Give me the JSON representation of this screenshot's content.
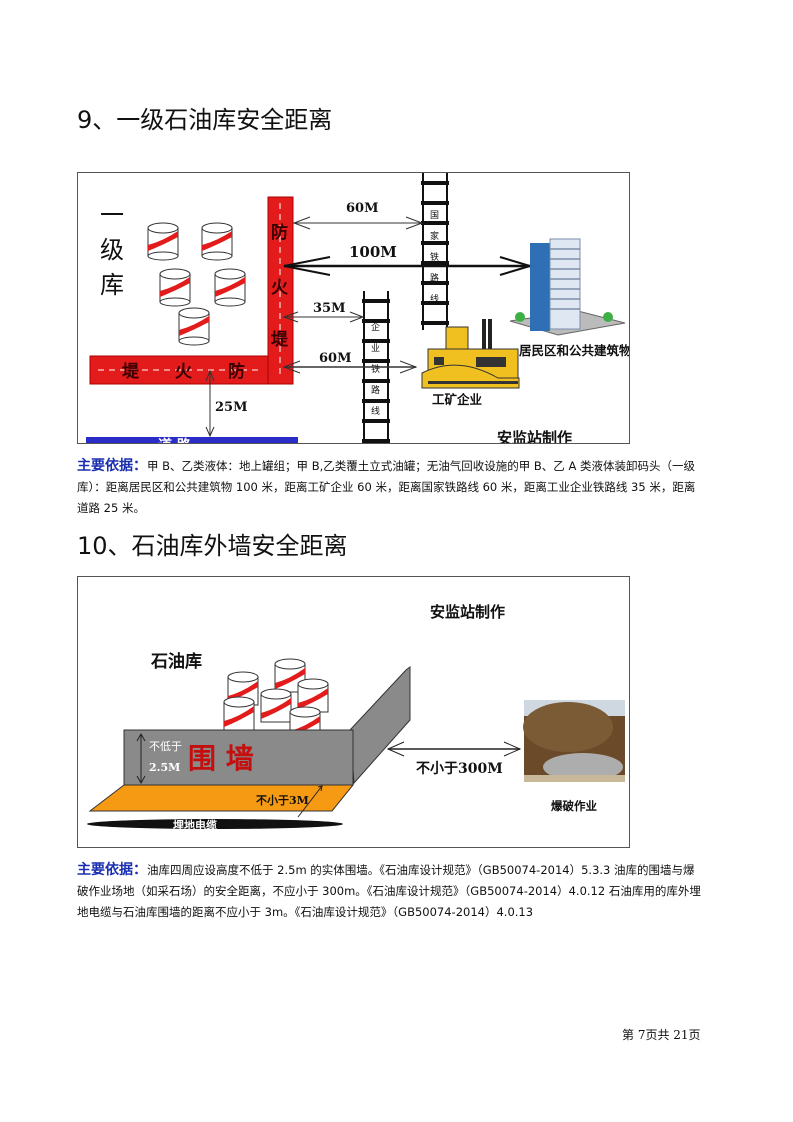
{
  "section9": {
    "title": "9、一级石油库安全距离",
    "figure": {
      "depot_label": "一级库",
      "dike_vertical": [
        "防",
        "火",
        "堤"
      ],
      "dike_horizontal": [
        "堤",
        "火",
        "防"
      ],
      "road": "道  路",
      "national_rail": [
        "国",
        "家",
        "铁",
        "路",
        "线"
      ],
      "enterprise_rail": [
        "企",
        "业",
        "铁",
        "路",
        "线"
      ],
      "d_national_rail": "60M",
      "d_residential": "100M",
      "d_enterprise_rail": "35M",
      "d_industrial": "60M",
      "d_road": "25M",
      "residential_label": "居民区和公共建筑物",
      "industrial_label": "工矿企业",
      "credit": "安监站制作"
    },
    "basis_label": "主要依据：",
    "basis_text": "甲 B、乙类液体：地上罐组；甲 B,乙类覆土立式油罐；无油气回收设施的甲 B、乙 A 类液体装卸码头（一级库）：距离居民区和公共建筑物 100 米，距离工矿企业 60 米，距离国家铁路线 60 米，距离工业企业铁路线 35 米，距离道路 25 米。"
  },
  "section10": {
    "title": "10、石油库外墙安全距离",
    "figure": {
      "credit": "安监站制作",
      "depot_label": "石油库",
      "wall_label": "围 墙",
      "wall_height": "不低于",
      "wall_height_value": "2.5M",
      "cable_distance": "不小于3M",
      "cable_label": "埋地电缆",
      "blast_distance": "不小于300M",
      "blast_label": "爆破作业"
    },
    "basis_label": "主要依据：",
    "basis_text": "油库四周应设高度不低于 2.5m 的实体围墙。《石油库设计规范》（GB50074-2014）5.3.3  油库的围墙与爆破作业场地（如采石场）的安全距离，不应小于 300m。《石油库设计规范》（GB50074-2014）4.0.12  石油库用的库外埋地电缆与石油库围墙的距离不应小于 3m。《石油库设计规范》（GB50074-2014）4.0.13"
  },
  "footer": {
    "page": "第 7页共 21页"
  },
  "colors": {
    "dike": "#e31b1b",
    "road": "#2b2bc8",
    "ground": "#f59a12",
    "wall": "#8a8a8a",
    "basis": "#1a2fb0"
  }
}
